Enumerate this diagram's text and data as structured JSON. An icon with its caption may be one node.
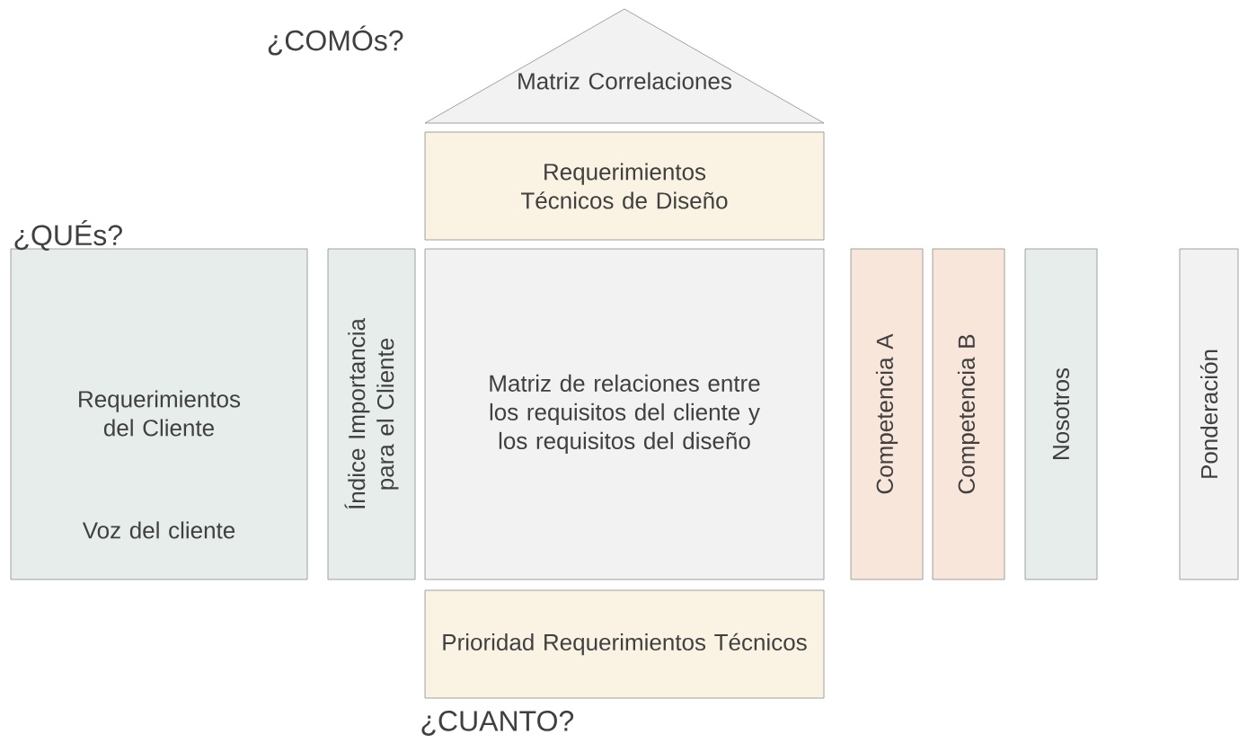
{
  "diagram": {
    "nodes": [
      {
        "text": [
          "Matriz Correlaciones"
        ]
      },
      {
        "text": [
          "Requerimientos Técnicos de Diseño"
        ]
      },
      {
        "text": [
          "Requerimientos del Cliente",
          "Voz del cliente"
        ]
      },
      {
        "text": [
          "Índice Importancia para el Cliente"
        ]
      },
      {
        "text": [
          "Matriz de relaciones entre los requisitos del cliente y los requisitos del diseño"
        ]
      },
      {
        "text": [
          "Competencia A"
        ]
      },
      {
        "text": [
          "Competencia B"
        ]
      },
      {
        "text": [
          "Nosotros"
        ]
      },
      {
        "text": [
          "Ponderación"
        ]
      },
      {
        "text": [
          "Prioridad Requerimientos Técnicos"
        ]
      }
    ],
    "labels": [
      "¿COMÓs?",
      "¿QUÉs?",
      "¿CUANTO?"
    ]
  }
}
